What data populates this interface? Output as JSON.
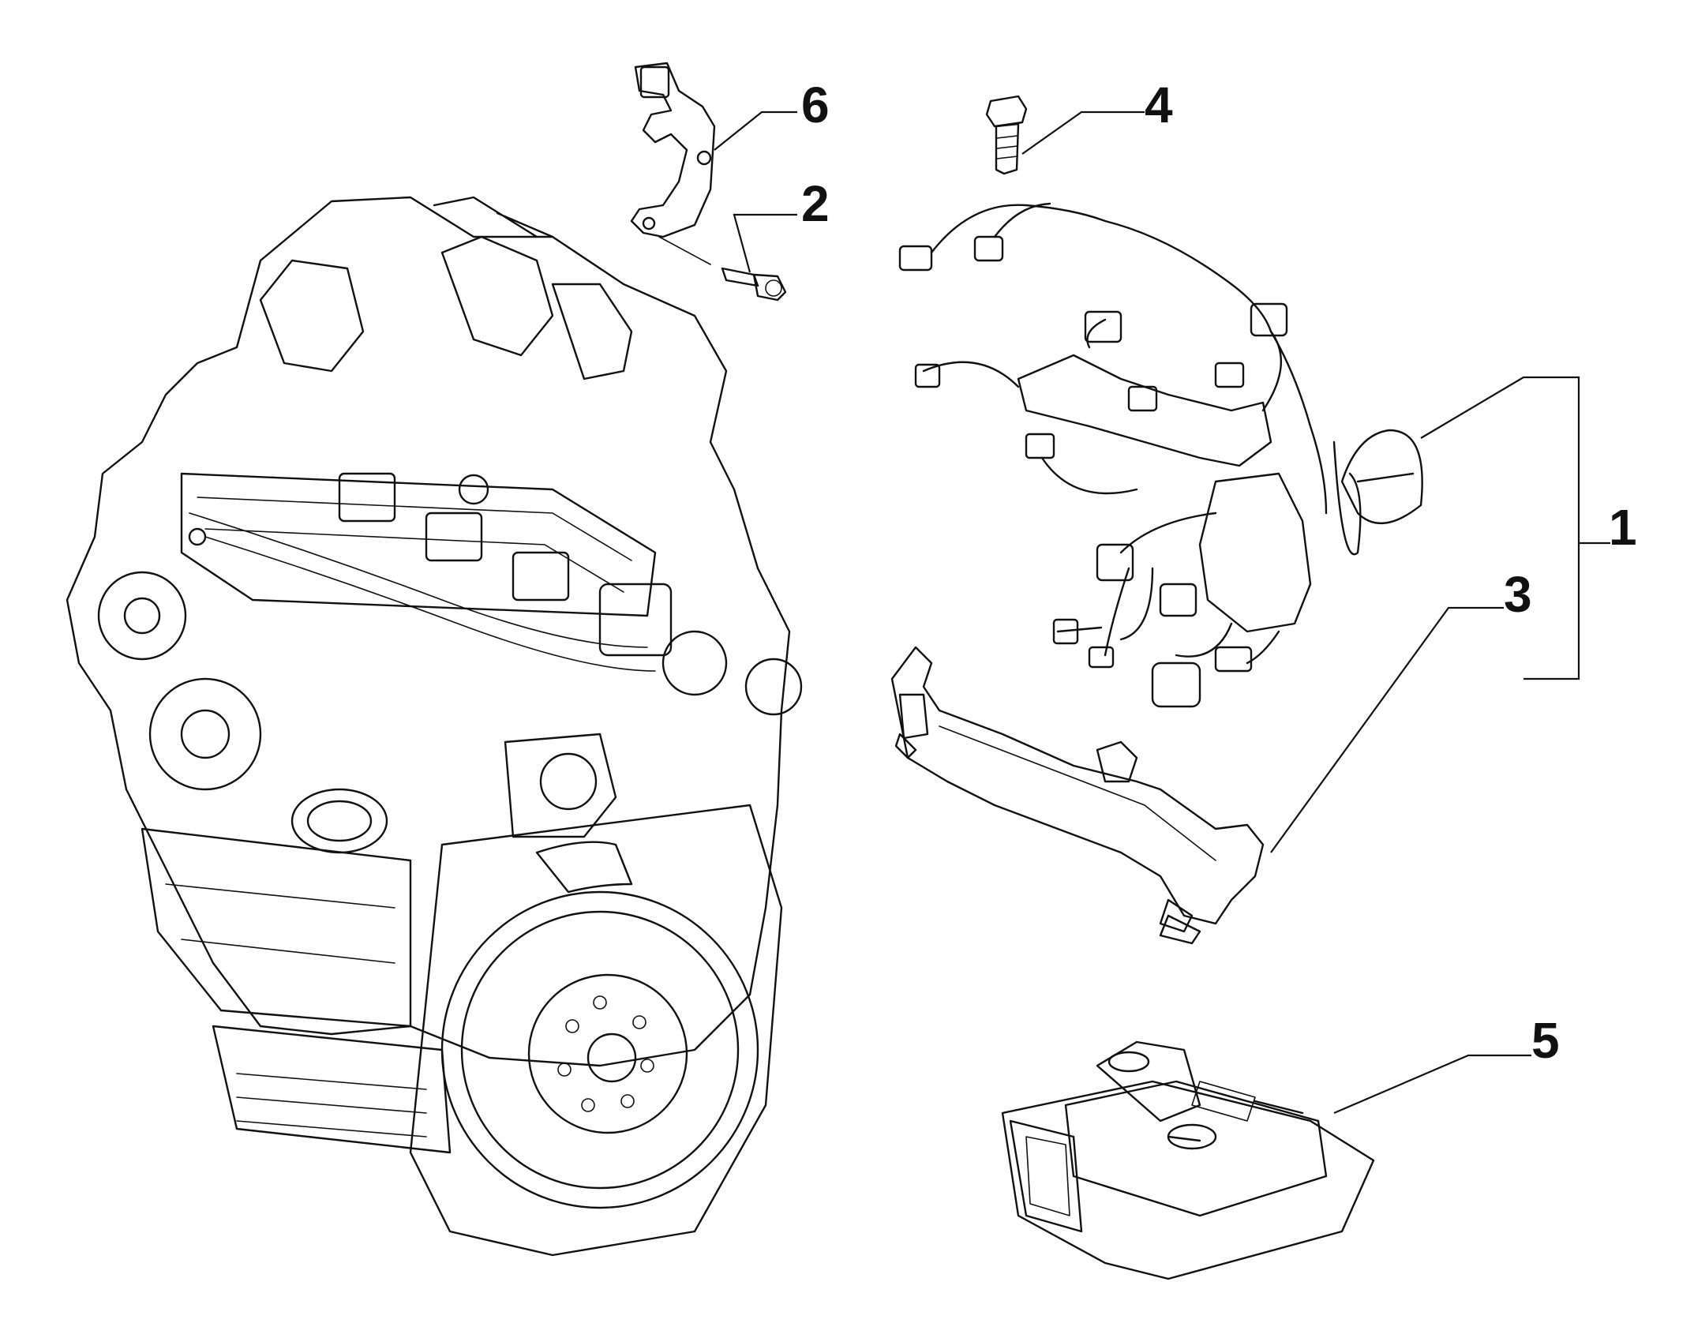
{
  "diagram": {
    "colors": {
      "line": "#111111",
      "background": "#ffffff"
    },
    "callouts": [
      {
        "id": "1",
        "label": "1"
      },
      {
        "id": "2",
        "label": "2"
      },
      {
        "id": "3",
        "label": "3"
      },
      {
        "id": "4",
        "label": "4"
      },
      {
        "id": "5",
        "label": "5"
      },
      {
        "id": "6",
        "label": "6"
      }
    ]
  }
}
